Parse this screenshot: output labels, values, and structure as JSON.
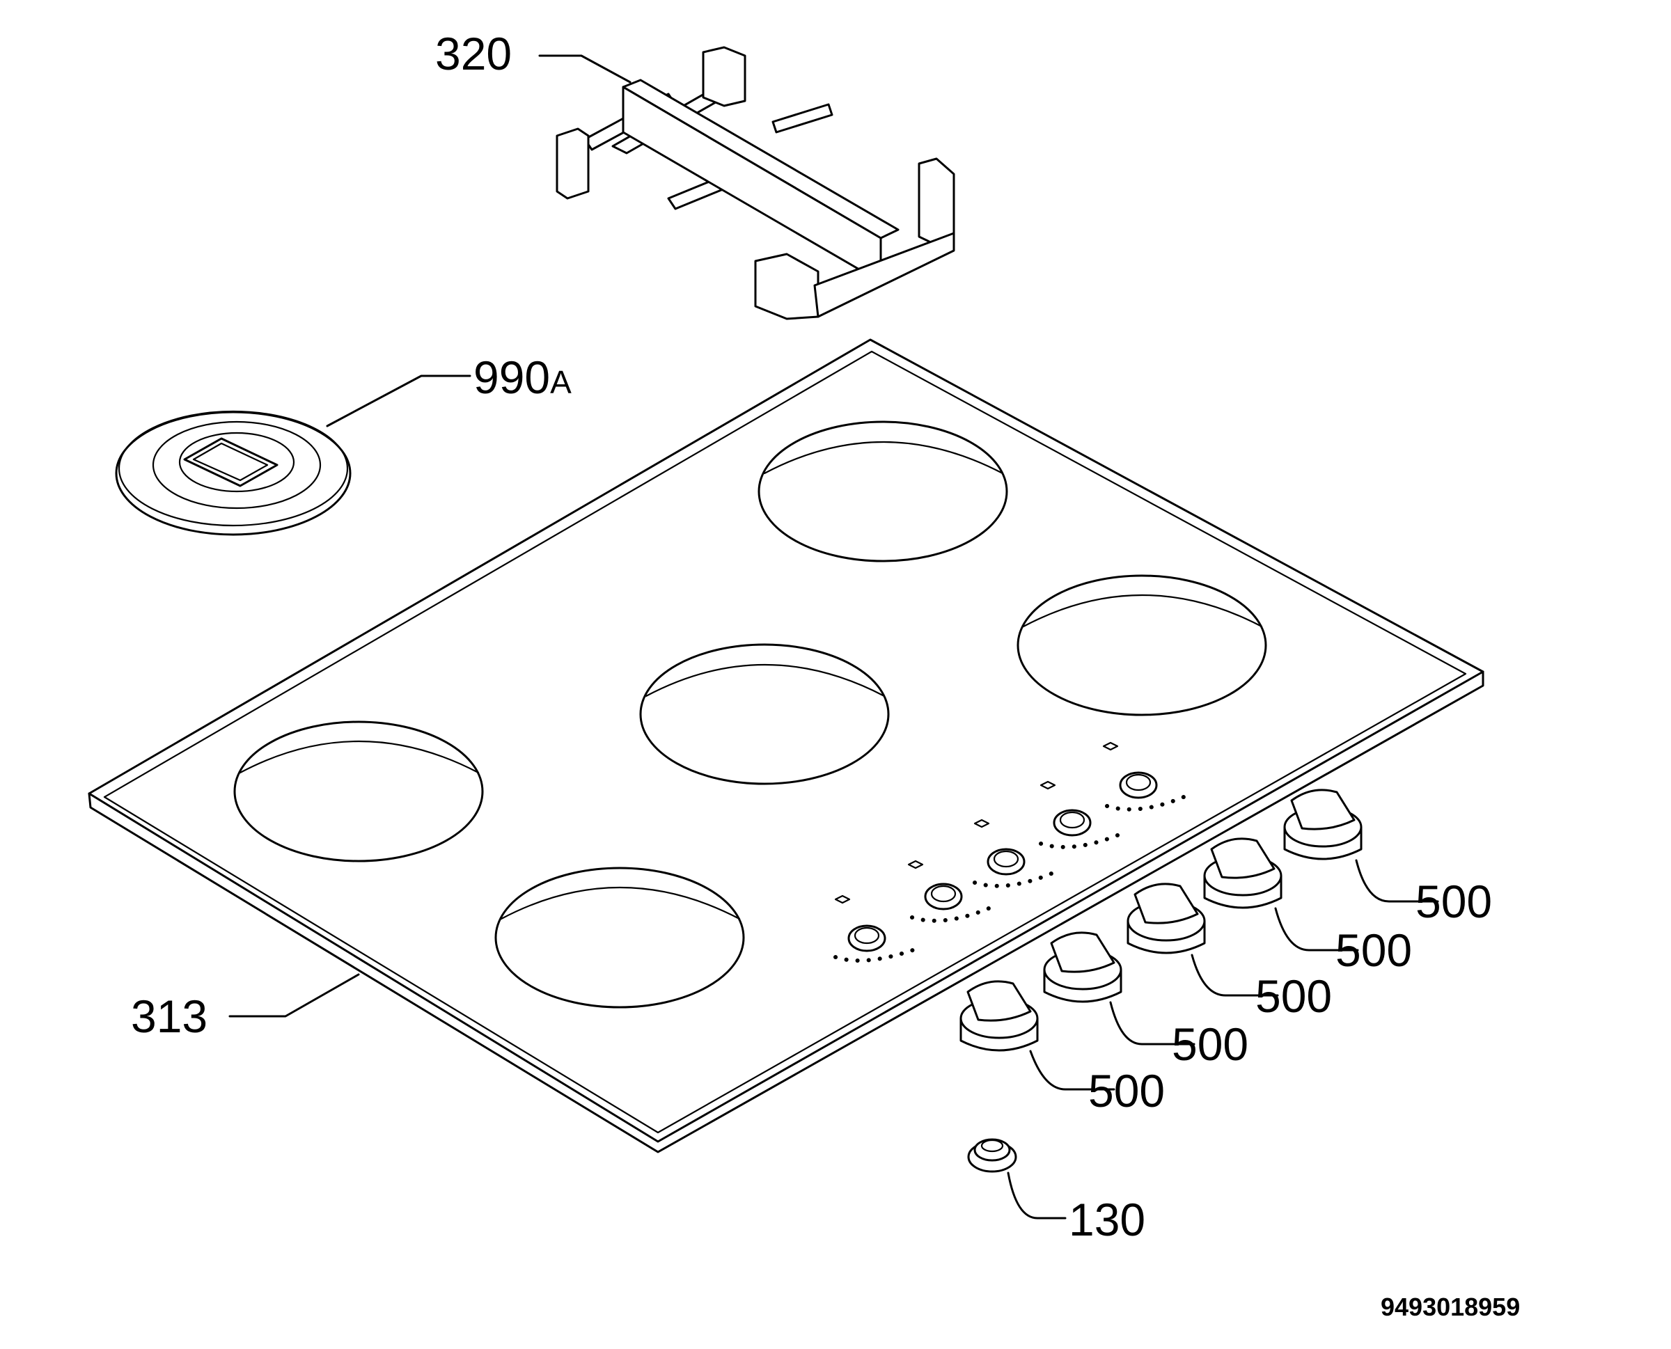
{
  "callouts": {
    "grid": "320",
    "cap_main": "990",
    "cap_suffix": "A",
    "hob_top": "313",
    "knob": "500",
    "grommet": "130"
  },
  "document_number": "9493018959"
}
